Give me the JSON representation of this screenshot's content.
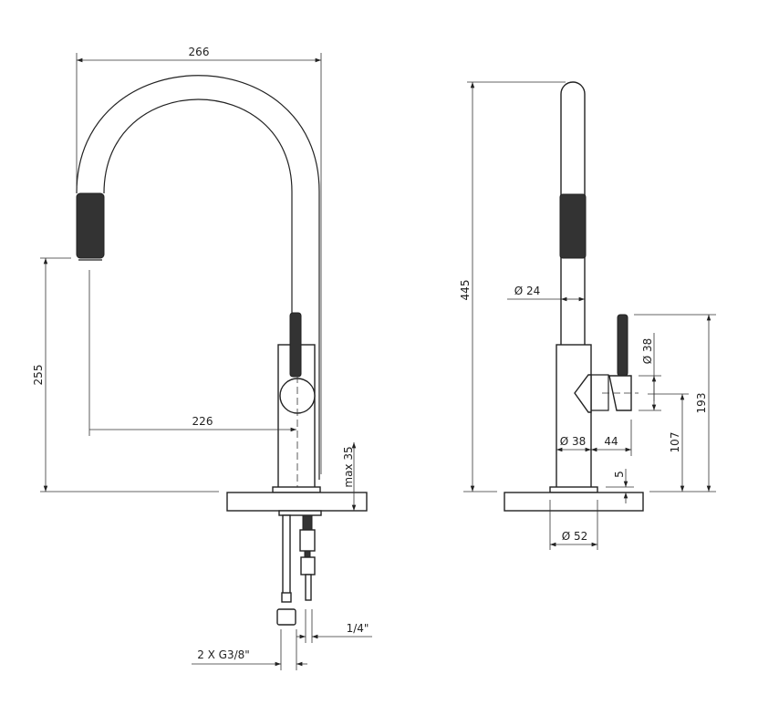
{
  "title": "Faucet technical drawing",
  "front_view": {
    "dim_width": "266",
    "dim_height_outlet": "255",
    "dim_reach": "226",
    "dim_max_thickness": "max 35",
    "dim_hose_thread": "2 X G3/8\"",
    "dim_small_hose": "1/4\""
  },
  "side_view": {
    "dim_total_height": "445",
    "dim_spout_diameter": "Ø 24",
    "dim_handle_diameter": "Ø 38",
    "dim_body_diameter": "Ø 38",
    "dim_handle_offset": "44",
    "dim_handle_height": "107",
    "dim_lever_height": "193",
    "dim_collar": "5",
    "dim_base_diameter": "Ø 52"
  },
  "colors": {
    "line": "#222222",
    "grip": "#333333"
  }
}
